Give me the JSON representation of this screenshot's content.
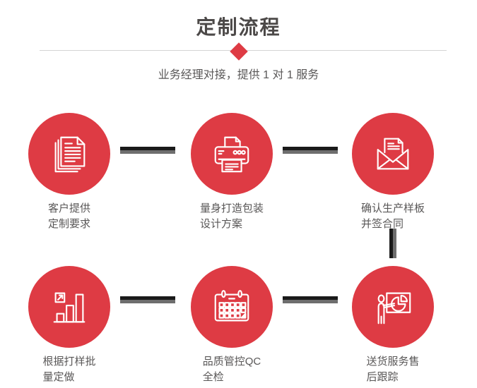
{
  "header": {
    "title": "定制流程",
    "subtitle": "业务经理对接，提供 1 对 1 服务",
    "diamond_icon": "diamond-icon"
  },
  "steps": [
    {
      "icon": "documents-icon",
      "label": "客户提供\n定制要求"
    },
    {
      "icon": "printer-icon",
      "label": "量身打造包装\n设计方案"
    },
    {
      "icon": "envelope-icon",
      "label": "确认生产样板\n并签合同"
    },
    {
      "icon": "bar-chart-icon",
      "label": "根据打样批\n量定做"
    },
    {
      "icon": "calendar-icon",
      "label": "品质管控QC\n全检"
    },
    {
      "icon": "presentation-icon",
      "label": "送货服务售\n后跟踪"
    }
  ],
  "connectors": [
    "step1-to-step2",
    "step2-to-step3",
    "step3-down-to-step6",
    "step4-to-step5",
    "step5-to-step6"
  ],
  "colors": {
    "accent_red": "#de3b44",
    "title_text": "#4c4948",
    "body_text": "#595757",
    "divider": "#d4d4d4",
    "connector_dark": "#1a1a1a",
    "connector_gray": "#6e6e6e",
    "icon_stroke": "#ffffff",
    "background": "#ffffff"
  }
}
